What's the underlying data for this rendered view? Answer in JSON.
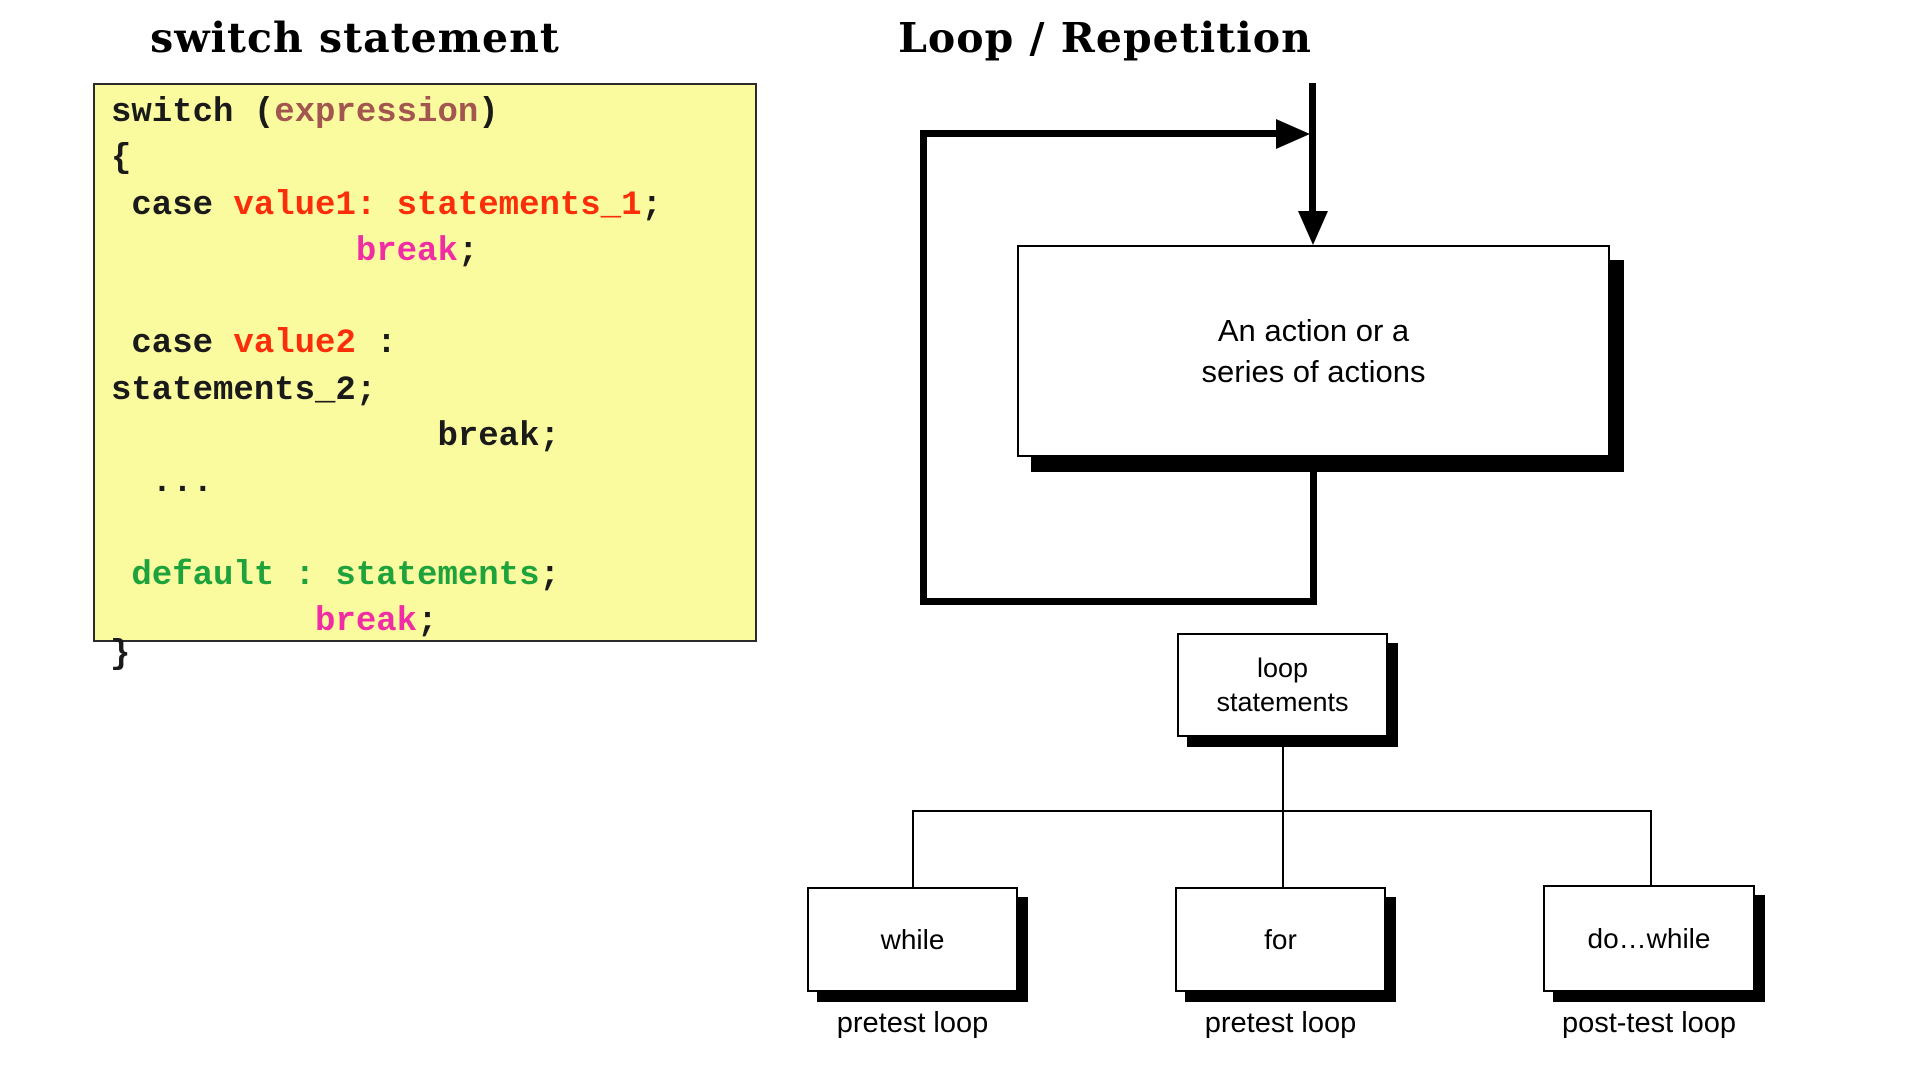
{
  "left_panel": {
    "title": "switch statement",
    "closing_brace": "}",
    "code_lines": [
      {
        "segments": [
          {
            "t": "switch (",
            "c": "black"
          },
          {
            "t": "expression",
            "c": "brown"
          },
          {
            "t": ")",
            "c": "black"
          }
        ]
      },
      {
        "segments": [
          {
            "t": "{",
            "c": "black"
          }
        ]
      },
      {
        "segments": [
          {
            "t": " case ",
            "c": "black"
          },
          {
            "t": "value1: statements_1",
            "c": "red"
          },
          {
            "t": ";",
            "c": "black"
          }
        ]
      },
      {
        "segments": [
          {
            "t": "            ",
            "c": "black"
          },
          {
            "t": "break",
            "c": "pink"
          },
          {
            "t": ";",
            "c": "black"
          }
        ]
      },
      {
        "segments": []
      },
      {
        "segments": [
          {
            "t": " case ",
            "c": "black"
          },
          {
            "t": "value2",
            "c": "red"
          },
          {
            "t": " :",
            "c": "black"
          }
        ]
      },
      {
        "segments": [
          {
            "t": "statements_2;",
            "c": "black"
          }
        ]
      },
      {
        "segments": [
          {
            "t": "                ",
            "c": "black"
          },
          {
            "t": "break;",
            "c": "black"
          }
        ]
      },
      {
        "segments": [
          {
            "t": "  ...",
            "c": "black"
          }
        ]
      },
      {
        "segments": []
      },
      {
        "segments": [
          {
            "t": " default : statements",
            "c": "green"
          },
          {
            "t": ";",
            "c": "black"
          }
        ]
      },
      {
        "segments": [
          {
            "t": "          ",
            "c": "black"
          },
          {
            "t": "break",
            "c": "pink"
          },
          {
            "t": ";",
            "c": "black"
          }
        ]
      }
    ],
    "colors": {
      "box_bg": "#FAFA9E",
      "black": "#1A1A1A",
      "brown": "#A2564F",
      "red": "#FA2E0A",
      "pink": "#F12DA5",
      "green": "#1EA23C"
    }
  },
  "right_panel": {
    "title": "Loop / Repetition",
    "action_box": {
      "line1": "An action or a",
      "line2": "series of actions"
    },
    "loop_statements_box": {
      "line1": "loop",
      "line2": "statements"
    },
    "branches": [
      {
        "box": "while",
        "label": "pretest loop"
      },
      {
        "box": "for",
        "label": "pretest loop"
      },
      {
        "box": "do…while",
        "label": "post-test loop"
      }
    ],
    "line_color": "#000000"
  }
}
